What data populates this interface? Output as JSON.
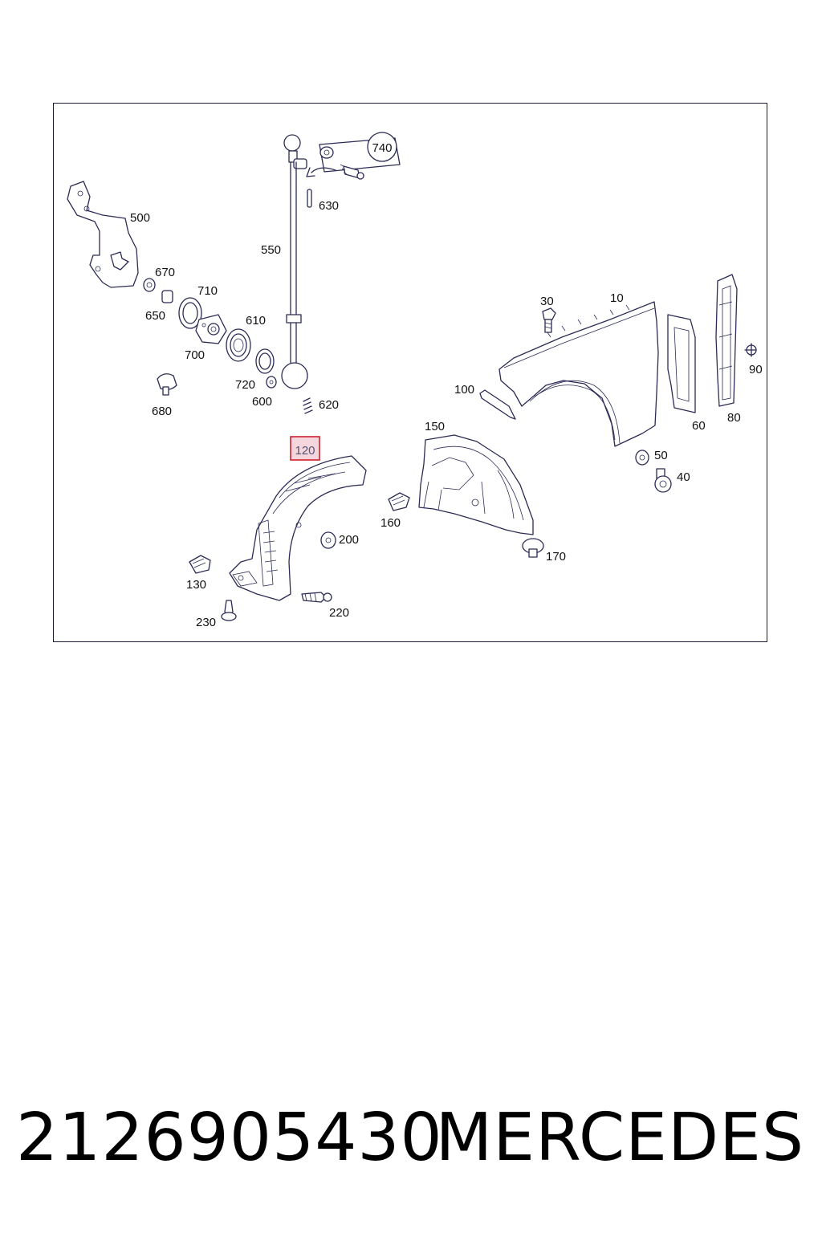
{
  "diagram": {
    "callouts": {
      "c740": "740",
      "c630": "630",
      "c550": "550",
      "c500": "500",
      "c670": "670",
      "c710": "710",
      "c650": "650",
      "c610": "610",
      "c700": "700",
      "c720": "720",
      "c600": "600",
      "c620": "620",
      "c680": "680",
      "c30": "30",
      "c10": "10",
      "c100": "100",
      "c150": "150",
      "c120": "120",
      "c160": "160",
      "c200": "200",
      "c130": "130",
      "c230": "230",
      "c220": "220",
      "c170": "170",
      "c50": "50",
      "c40": "40",
      "c60": "60",
      "c80": "80",
      "c90": "90"
    },
    "highlighted_callout": "120",
    "highlight_color": "#d0212d",
    "line_color": "#2b2b55"
  },
  "footer": {
    "part_number": "2126905430",
    "brand": "MERCEDES"
  }
}
